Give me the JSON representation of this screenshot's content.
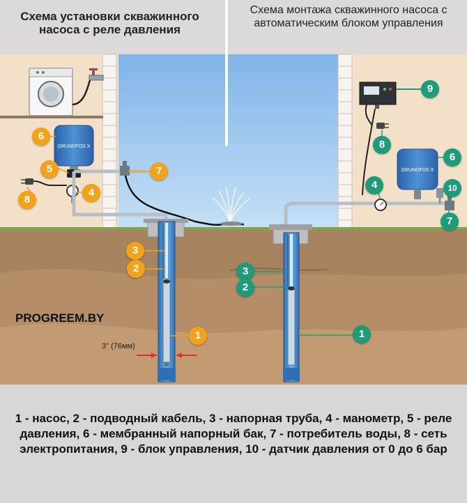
{
  "titles": {
    "left": "Схема установки скважинного насоса с реле давления",
    "right": "Схема монтажа скважинного насоса с автоматическим блоком управления"
  },
  "watermark": "PROGREEM.BY",
  "dimension_label": "3\" (76мм)",
  "tank_brand": "GRUNDFOS X",
  "left_badges": [
    "6",
    "7",
    "5",
    "4",
    "8",
    "3",
    "2",
    "1"
  ],
  "right_badges": [
    "9",
    "8",
    "6",
    "4",
    "10",
    "7",
    "3",
    "2",
    "1"
  ],
  "legend": "1 - насос, 2 - подводный кабель, 3 - напорная труба, 4 - манометр, 5 - реле давления, 6 - мембранный напорный бак, 7 - потребитель воды, 8 - сеть электропитания, 9 - блок управления, 10 - датчик давления от 0 до 6 бар",
  "colors": {
    "badge_left": "#f2a21b",
    "badge_right": "#1e9b78",
    "sky": "#9fcaf0",
    "soil": "#a5805e",
    "wall": "#f2ddc4",
    "tank": "#3a78c0"
  }
}
